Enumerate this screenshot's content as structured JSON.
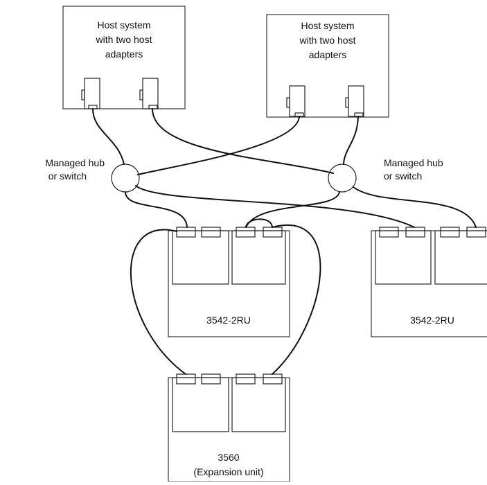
{
  "labels": {
    "host_system": "Host system",
    "host_system_sub1": "with two host",
    "host_system_sub2": "adapters",
    "hub_left_line1": "Managed hub",
    "hub_left_line2": "or switch",
    "hub_right_line1": "Managed hub",
    "hub_right_line2": "or switch",
    "storage_left": "3542-2RU",
    "storage_right": "3542-2RU",
    "expansion_line1": "3560",
    "expansion_line2": "(Expansion unit)"
  },
  "icons": {
    "host_adapter": "host-adapter-icon",
    "hub": "hub-icon",
    "port": "port-icon"
  }
}
